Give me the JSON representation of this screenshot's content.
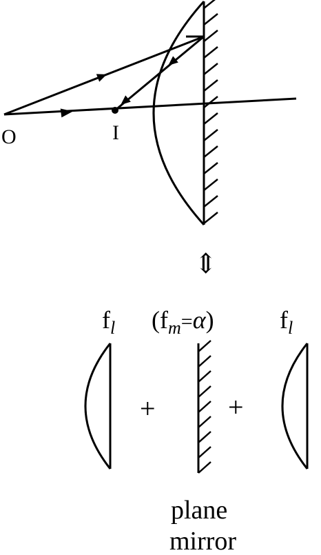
{
  "diagram": {
    "point_o": "O",
    "point_i": "I",
    "equivalence_symbol": "⇕",
    "lens_focal_left": {
      "base": "f",
      "sub": "l"
    },
    "mirror_focal": {
      "open": "(f",
      "sub": "m",
      "eq": "=",
      "val": "α",
      "close": ")"
    },
    "lens_focal_right": {
      "base": "f",
      "sub": "l"
    },
    "plus_left": "+",
    "plus_right": "+",
    "mirror_caption_line1": "plane",
    "mirror_caption_line2": "mirror"
  }
}
